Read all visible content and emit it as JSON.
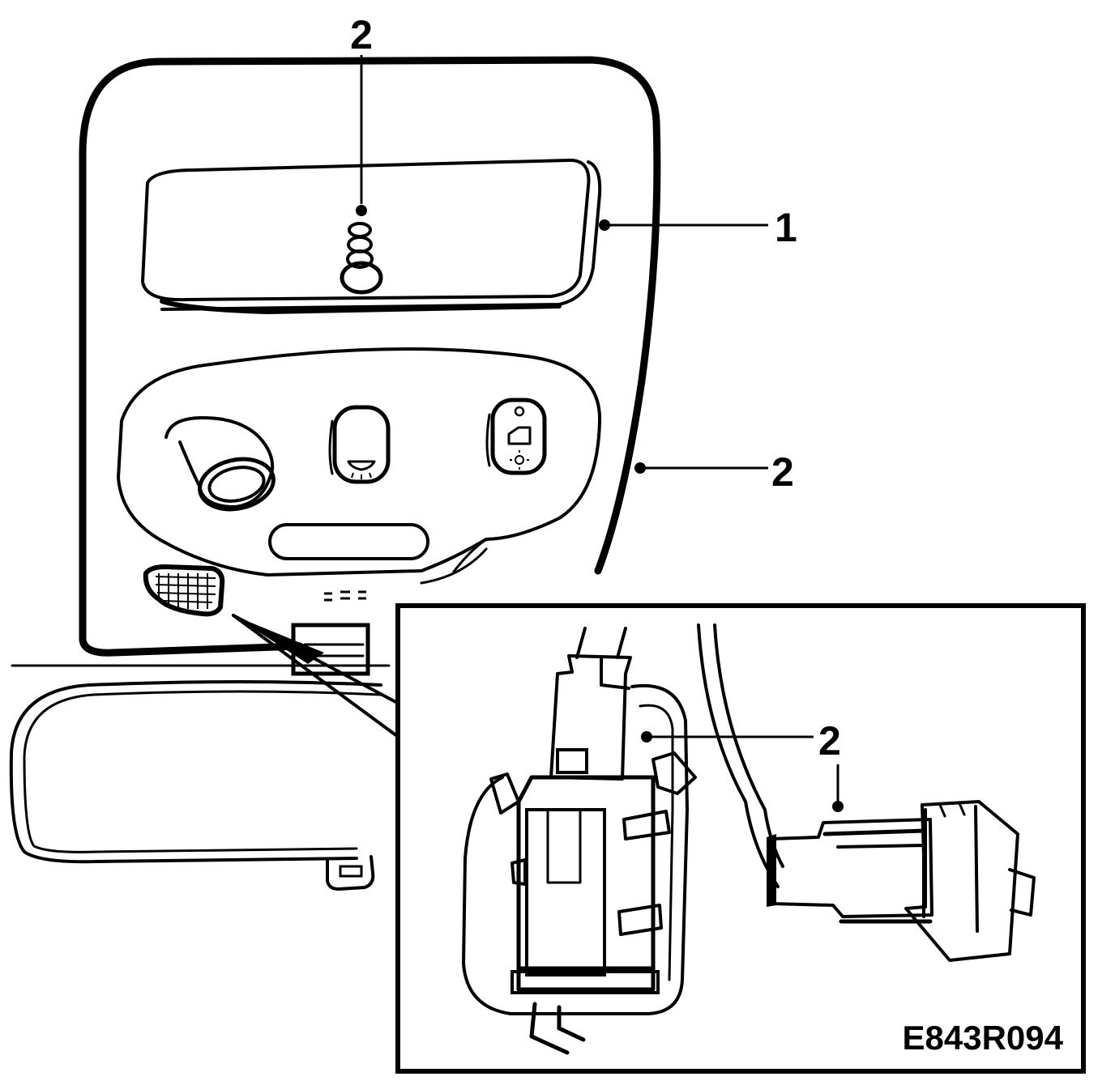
{
  "callouts": {
    "top_lamp": "2",
    "panel": "1",
    "side_edge": "2",
    "inset_socket": "2",
    "inset_connector": "2"
  },
  "reference_code": "E843R094",
  "colors": {
    "ink": "#000000",
    "paper": "#ffffff"
  }
}
